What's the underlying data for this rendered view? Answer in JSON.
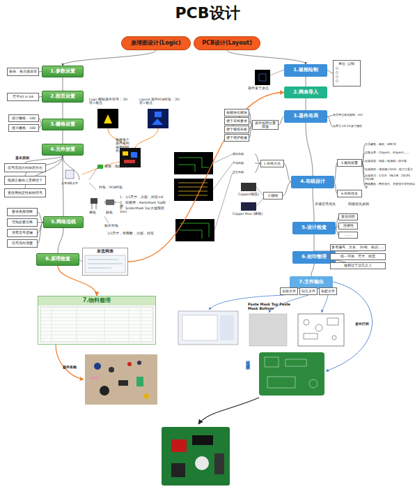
{
  "diagram": {
    "title": "PCB设计",
    "nodes": [
      {
        "text": [
          "原理图设计(Logic)"
        ]
      },
      {
        "text": [
          "PCB设计(Layout)"
        ]
      },
      {
        "text": [
          "1.参数设置"
        ]
      },
      {
        "text": [
          "备份、格点值设等"
        ]
      },
      {
        "text": [
          "2.图页设置"
        ]
      },
      {
        "text": [
          "尺寸A3 or A4"
        ]
      },
      {
        "text": [
          "3.栅格设置"
        ]
      },
      {
        "text": [
          "设计栅格：100"
        ]
      },
      {
        "text": [
          "显示栅格：100"
        ]
      },
      {
        "text": [
          "4.元件放置"
        ]
      },
      {
        "text": [
          "信号流动方向由左向右"
        ]
      },
      {
        "text": [
          "电源正极由上及横往下"
        ]
      },
      {
        "text": [
          "更优用的定性标的符号"
        ]
      },
      {
        "text": [
          "从库调取元件"
        ]
      },
      {
        "text": [
          "5.网络连线"
        ]
      },
      {
        "text": [
          "要求美观清晰"
        ]
      },
      {
        "text": [
          "增加必要注释"
        ]
      },
      {
        "text": [
          "没有信号遗漏"
        ]
      },
      {
        "text": [
          "信号流向清楚"
        ]
      },
      {
        "text": [
          "6.原理检查"
        ]
      },
      {
        "text": [
          "发送网表"
        ]
      },
      {
        "text": [
          "7.物料整理"
        ]
      },
      {
        "text": [
          "1.板框绘制"
        ]
      },
      {
        "text": [
          "单位: 公制"
        ]
      },
      {
        "text": [
          "2.网表导入"
        ]
      },
      {
        "text": [
          "3.器件布局"
        ]
      },
      {
        "text": [
          "按模块化模块"
        ]
      },
      {
        "text": [
          "便于布线要求"
        ]
      },
      {
        "text": [
          "便于模拟布板"
        ]
      },
      {
        "text": [
          "便于维护检修"
        ]
      },
      {
        "text": [
          "器件按照位置摆放"
        ]
      },
      {
        "text": [
          "布局单位采用英制：mil"
        ]
      },
      {
        "text": [
          "设置大小0.25英寸栅格"
        ]
      },
      {
        "text": [
          "4.布线设计"
        ]
      },
      {
        "text": [
          "1.布线方法"
        ]
      },
      {
        "text": [
          "模拟布线"
        ]
      },
      {
        "text": [
          "手动布线"
        ]
      },
      {
        "text": [
          "交互布线"
        ]
      },
      {
        "text": [
          "2.铺铜"
        ]
      },
      {
        "text": [
          "3.规则设置"
        ]
      },
      {
        "text": [
          "4.布线优先"
        ]
      },
      {
        "text": [
          "全局参数：条份、DRC等"
        ]
      },
      {
        "text": [
          "层数设置：2layers、4layers......"
        ]
      },
      {
        "text": [
          "走线类型：地线＞电源线＞信号线"
        ]
      },
      {
        "text": [
          "走线规则：增加减小4mil，能大尽量大"
        ]
      },
      {
        "text": [
          "走线形式：1/2/3、3&2/8、2D/3S、24/48"
        ]
      },
      {
        "text": [
          "网络颜色：网关信号、关键信号等特殊设置"
        ]
      },
      {
        "text": [
          "5.设计检查"
        ]
      },
      {
        "text": [
          "安全间距"
        ]
      },
      {
        "text": [
          "连接性"
        ]
      },
      {
        "text": [
          "......"
        ]
      },
      {
        "text": [
          "6.丝印整理"
        ]
      },
      {
        "text": [
          "参考编号、文本、2D线、标识......"
        ]
      },
      {
        "text": [
          "统一字体、尺寸、线宽"
        ]
      },
      {
        "text": [
          "放相过于过孔之上"
        ]
      },
      {
        "text": [
          "7.文件输出"
        ]
      },
      {
        "text": [
          "光绘文件"
        ]
      },
      {
        "text": [
          "钻孔文件"
        ]
      },
      {
        "text": [
          "装配文件"
        ]
      }
    ],
    "edges": [
      {
        "from": 0,
        "to": 2,
        "arrow": "to"
      },
      {
        "from": 2,
        "to": 4,
        "arrow": "none"
      },
      {
        "from": 4,
        "to": 6,
        "arrow": "none"
      },
      {
        "from": 6,
        "to": 9,
        "arrow": "none"
      },
      {
        "from": 9,
        "to": 14,
        "arrow": "none"
      },
      {
        "from": 14,
        "to": 19,
        "arrow": "none"
      },
      {
        "from": 2,
        "to": 3,
        "arrow": "none"
      },
      {
        "from": 4,
        "to": 5,
        "arrow": "none"
      },
      {
        "from": 6,
        "to": 7,
        "arrow": "none"
      },
      {
        "from": 6,
        "to": 8,
        "arrow": "none"
      },
      {
        "from": 9,
        "to": 10,
        "arrow": "none"
      },
      {
        "from": 9,
        "to": 11,
        "arrow": "none"
      },
      {
        "from": 9,
        "to": 12,
        "arrow": "none"
      },
      {
        "from": 9,
        "to": 13,
        "arrow": "none"
      },
      {
        "from": 14,
        "to": 15,
        "arrow": "none"
      },
      {
        "from": 14,
        "to": 16,
        "arrow": "none"
      },
      {
        "from": 14,
        "to": 17,
        "arrow": "none"
      },
      {
        "from": 14,
        "to": 18,
        "arrow": "none"
      },
      {
        "from": 19,
        "to": 20,
        "arrow": "none"
      },
      {
        "from": 19,
        "to": 21,
        "arrow": "to"
      },
      {
        "from": 20,
        "to": 24,
        "arrow": "to"
      },
      {
        "from": 1,
        "to": 22,
        "arrow": "to"
      },
      {
        "from": 22,
        "to": 23,
        "arrow": "none"
      },
      {
        "from": 22,
        "to": 24,
        "arrow": "none"
      },
      {
        "from": 24,
        "to": 25,
        "arrow": "none"
      },
      {
        "from": 25,
        "to": 33,
        "arrow": "none"
      },
      {
        "from": 33,
        "to": 47,
        "arrow": "none"
      },
      {
        "from": 47,
        "to": 51,
        "arrow": "none"
      },
      {
        "from": 51,
        "to": 55,
        "arrow": "none"
      },
      {
        "from": 25,
        "to": 30,
        "arrow": "none"
      },
      {
        "from": 30,
        "to": 26,
        "arrow": "none"
      },
      {
        "from": 30,
        "to": 27,
        "arrow": "none"
      },
      {
        "from": 30,
        "to": 28,
        "arrow": "none"
      },
      {
        "from": 30,
        "to": 29,
        "arrow": "none"
      },
      {
        "from": 25,
        "to": 31,
        "arrow": "none"
      },
      {
        "from": 25,
        "to": 32,
        "arrow": "none"
      },
      {
        "from": 33,
        "to": 34,
        "arrow": "none"
      },
      {
        "from": 34,
        "to": 35,
        "arrow": "none"
      },
      {
        "from": 34,
        "to": 36,
        "arrow": "none"
      },
      {
        "from": 34,
        "to": 37,
        "arrow": "none"
      },
      {
        "from": 33,
        "to": 38,
        "arrow": "none"
      },
      {
        "from": 33,
        "to": 39,
        "arrow": "none"
      },
      {
        "from": 39,
        "to": 41,
        "arrow": "none"
      },
      {
        "from": 39,
        "to": 42,
        "arrow": "none"
      },
      {
        "from": 39,
        "to": 43,
        "arrow": "none"
      },
      {
        "from": 39,
        "to": 44,
        "arrow": "none"
      },
      {
        "from": 39,
        "to": 45,
        "arrow": "none"
      },
      {
        "from": 39,
        "to": 46,
        "arrow": "none"
      },
      {
        "from": 33,
        "to": 40,
        "arrow": "none"
      },
      {
        "from": 47,
        "to": 48,
        "arrow": "none"
      },
      {
        "from": 47,
        "to": 49,
        "arrow": "none"
      },
      {
        "from": 47,
        "to": 50,
        "arrow": "none"
      },
      {
        "from": 51,
        "to": 52,
        "arrow": "none"
      },
      {
        "from": 51,
        "to": 53,
        "arrow": "none"
      },
      {
        "from": 51,
        "to": 54,
        "arrow": "none"
      },
      {
        "from": 55,
        "to": 56,
        "arrow": "none"
      },
      {
        "from": 55,
        "to": 57,
        "arrow": "none"
      },
      {
        "from": 55,
        "to": 58,
        "arrow": "none"
      }
    ],
    "labels": [
      "基本原则",
      "Logic 图标器件符号：2D符+格点",
      "Layout 器件PCB封装：2D符+格点",
      "每建每个器件库时 保存到元件库",
      "逻辑：电路符号",
      "封装：PCB封装",
      "插装",
      "贴装",
      "1、1/1尺寸，方面，对应≥0",
      "2、焊接类，PasteMask Top焊接",
      "3、SolderMask Top大放预留5mil",
      "贴片封装",
      "1/1尺寸，管脚数，方面，对应",
      "器件采购",
      "器件某于原点",
      "Copper(铜箔)",
      "Copper Pour (灌铜)",
      "关键信号优先",
      "因据优先原则",
      "Paste Mask Top  Paste Mask Bottom",
      "发外打样",
      "焊接 调板"
    ]
  }
}
